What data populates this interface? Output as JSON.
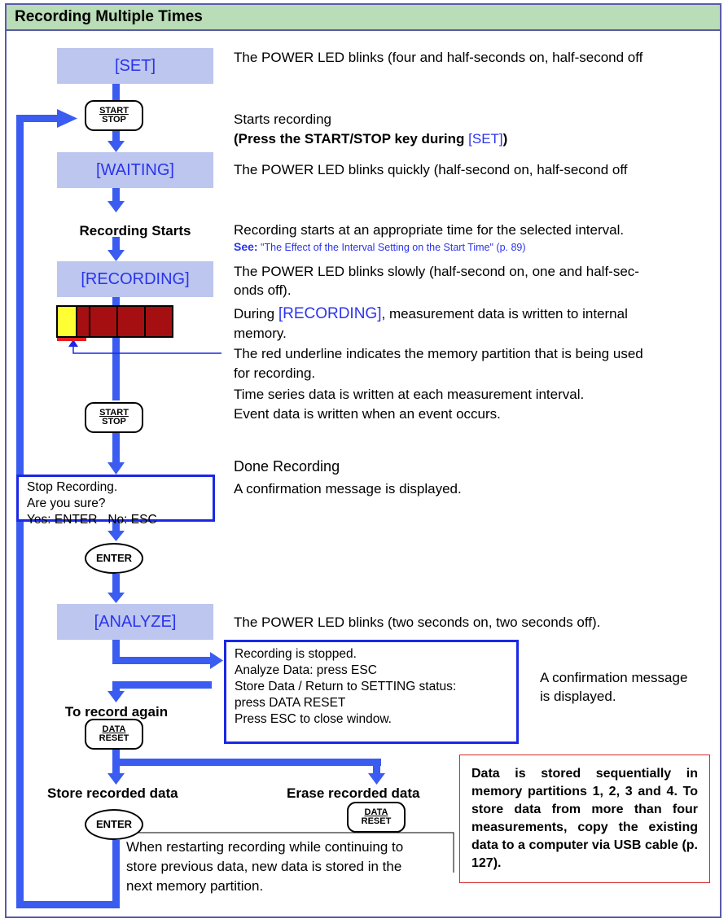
{
  "title": "Recording Multiple Times",
  "states": {
    "set": "[SET]",
    "waiting": "[WAITING]",
    "recording": "[RECORDING]",
    "analyze": "[ANALYZE]"
  },
  "keys": {
    "start_top": "START",
    "start_bottom": "STOP",
    "enter": "ENTER",
    "data_top": "DATA",
    "data_bottom": "RESET"
  },
  "labels": {
    "recording_starts": "Recording Starts",
    "to_record_again": "To record again",
    "store_recorded": "Store recorded data",
    "erase_recorded": "Erase recorded data"
  },
  "descriptions": {
    "set": "The POWER LED blinks (four and half-seconds on, half-second off",
    "starts_recording": "Starts recording",
    "press_key_prefix": "(Press the START/STOP key during ",
    "press_key_state": "[SET]",
    "press_key_suffix": ")",
    "waiting": "The POWER LED blinks quickly (half-second on, half-second off",
    "rec_start_line": "Recording starts at an appropriate time for the selected interval.",
    "see_label": "See:",
    "see_ref": " \"The Effect of the Interval Setting on the Start Time\" (p. 89)",
    "recording_1": "The POWER LED blinks slowly (half-second on, one and half-sec-",
    "recording_2": "onds off).",
    "during_prefix": "During ",
    "during_state": "[RECORDING]",
    "during_suffix": ", measurement data is written to internal",
    "during_2": "memory.",
    "underline_1": "The red underline indicates the memory partition that is being used",
    "underline_2": "for recording.",
    "time_series": "Time series data is written at each measurement interval.",
    "event_data": "Event data is written when an event occurs.",
    "done_recording": "Done Recording",
    "confirm_1": "A confirmation message is displayed.",
    "analyze": "The POWER LED blinks (two seconds on, two seconds off).",
    "confirm_2a": "A confirmation message",
    "confirm_2b": "is displayed.",
    "restart_1": "When restarting recording while continuing to",
    "restart_2": "store previous data, new data is stored in the",
    "restart_3": "next memory partition."
  },
  "stop_dialog": {
    "line1": "Stop Recording.",
    "line2": "Are you sure?",
    "line3": "Yes: ENTER   No: ESC"
  },
  "analyze_dialog": {
    "line1": "Recording is stopped.",
    "line2": "Analyze Data: press ESC",
    "line3": "Store Data / Return to SETTING status:",
    "line4": "press DATA RESET",
    "line5": "Press ESC to close window."
  },
  "note": "Data is stored sequentially in memory partitions 1, 2, 3 and 4. To store data from more than four measurements, copy the existing data to a computer via USB cable (p. 127).",
  "colors": {
    "title_bg": "#b9ddb6",
    "state_bg": "#bcc6ee",
    "state_text": "#2b33ee",
    "arrow": "#3a5cf0",
    "partition": "#a50f12",
    "active_partition": "#ffff33",
    "note_border": "#d6262a"
  }
}
